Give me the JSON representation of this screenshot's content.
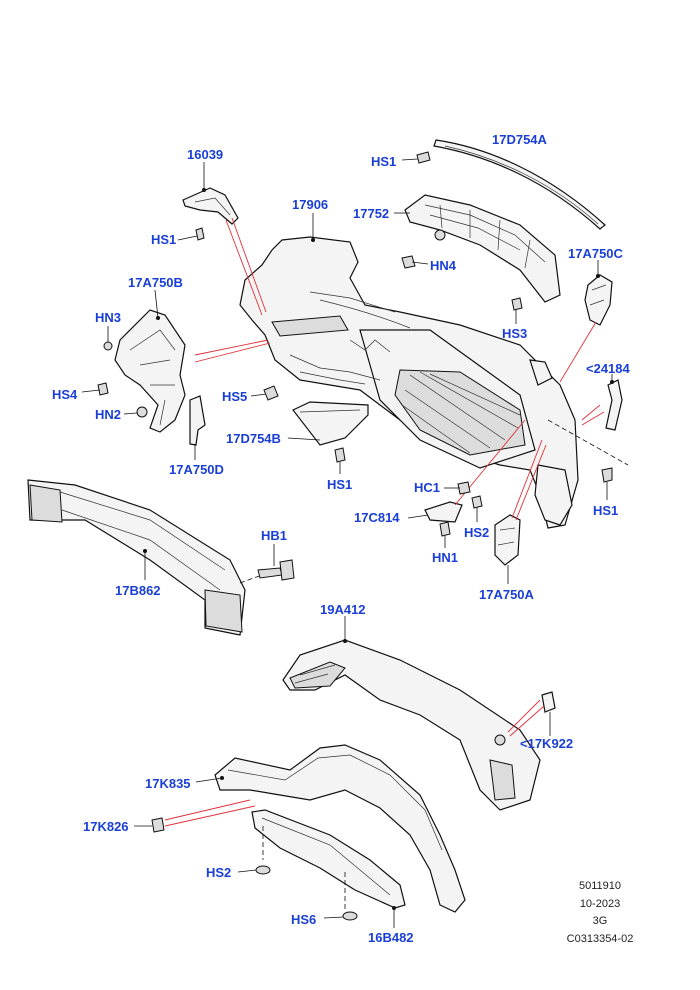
{
  "labels": {
    "p16039": "16039",
    "p17D754A": "17D754A",
    "hs1_top": "HS1",
    "p17906": "17906",
    "p17752": "17752",
    "hs1_left": "HS1",
    "hn4": "HN4",
    "p17A750C": "17A750C",
    "p17A750B": "17A750B",
    "hs3": "HS3",
    "hn3": "HN3",
    "p24184": "<24184",
    "hs4": "HS4",
    "hs5": "HS5",
    "hn2": "HN2",
    "p17D754B": "17D754B",
    "p17A750D": "17A750D",
    "hs1_mid": "HS1",
    "hc1": "HC1",
    "hs1_right": "HS1",
    "p17C814": "17C814",
    "hs2_mid": "HS2",
    "hn1": "HN1",
    "hb1": "HB1",
    "p17A750A": "17A750A",
    "p17B862": "17B862",
    "p19A412": "19A412",
    "p17K922": "<17K922",
    "p17K835": "17K835",
    "p17K826": "17K826",
    "hs2_low": "HS2",
    "hs6": "HS6",
    "p16B482": "16B482"
  },
  "meta": {
    "line1": "5011910",
    "line2": "10-2023",
    "line3": "3G",
    "line4": "C0313354-02"
  },
  "colors": {
    "label": "#1a3fd6",
    "leader_red": "#e0303a",
    "outline": "#111111"
  }
}
